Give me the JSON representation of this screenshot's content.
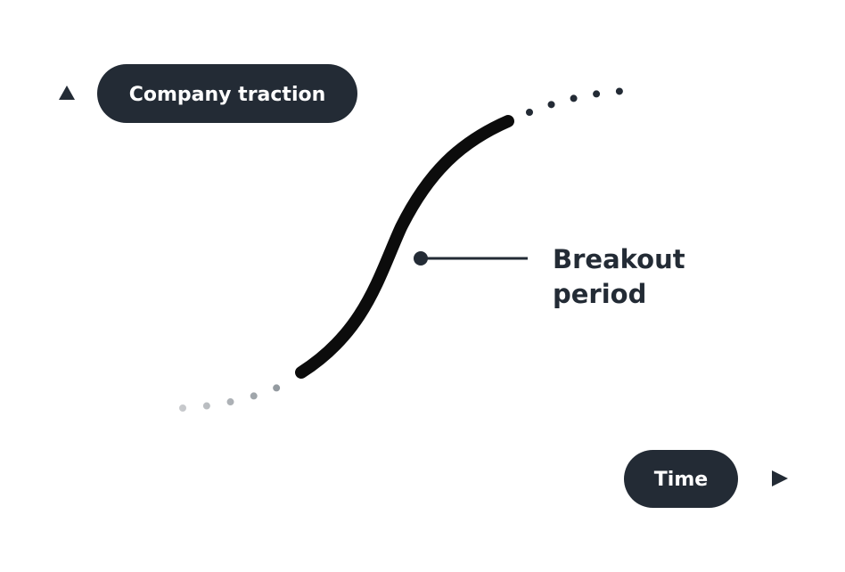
{
  "axes": {
    "y_label": "Company traction",
    "x_label": "Time"
  },
  "annotation": {
    "line1": "Breakout",
    "line2": "period"
  },
  "colors": {
    "dark": "#232b35",
    "curve": "#0c0c0c",
    "axis_light": "#c9cbce",
    "background": "#ffffff"
  }
}
